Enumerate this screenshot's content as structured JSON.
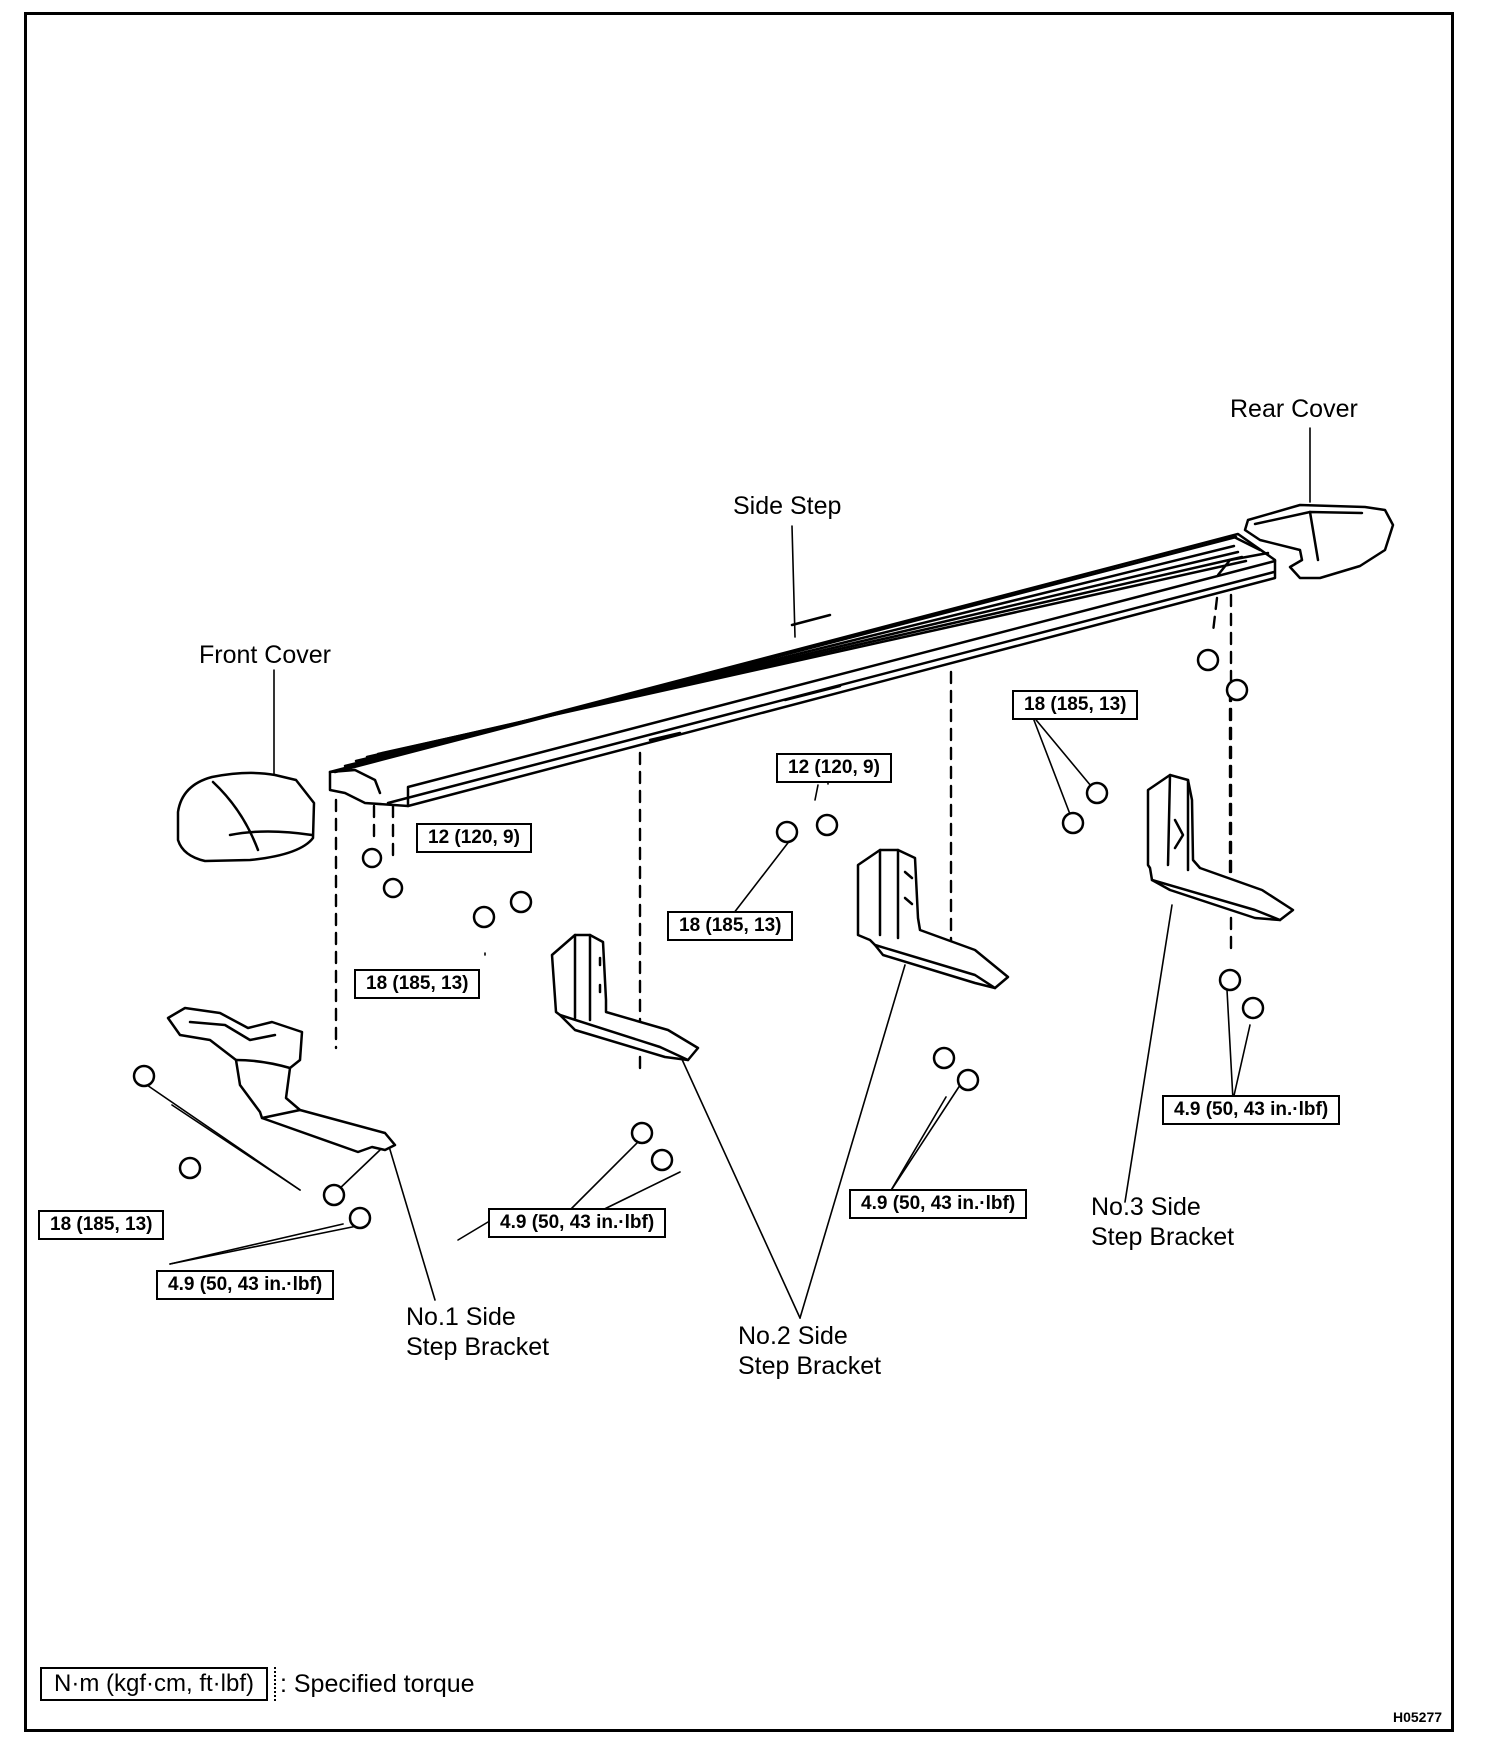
{
  "labels": {
    "rear_cover": "Rear Cover",
    "side_step": "Side Step",
    "front_cover": "Front Cover",
    "no1_bracket_line1": "No.1 Side",
    "no1_bracket_line2": "Step Bracket",
    "no2_bracket_line1": "No.2 Side",
    "no2_bracket_line2": "Step Bracket",
    "no3_bracket_line1": "No.3 Side",
    "no3_bracket_line2": "Step Bracket"
  },
  "torques": {
    "t12a": "12 (120, 9)",
    "t18a": "18 (185, 13)",
    "t12b": "12 (120, 9)",
    "t18b": "18 (185, 13)",
    "t18c": "18 (185, 13)",
    "t18d": "18 (185, 13)",
    "t49a": "4.9 (50, 43 in.·lbf)",
    "t49b": "4.9 (50, 43 in.·lbf)",
    "t49c": "4.9 (50, 43 in.·lbf)",
    "t49d": "4.9 (50, 43 in.·lbf)"
  },
  "legend": {
    "unit": "N·m (kgf·cm, ft·lbf)",
    "text": ": Specified torque"
  },
  "figure_code": "H05277"
}
